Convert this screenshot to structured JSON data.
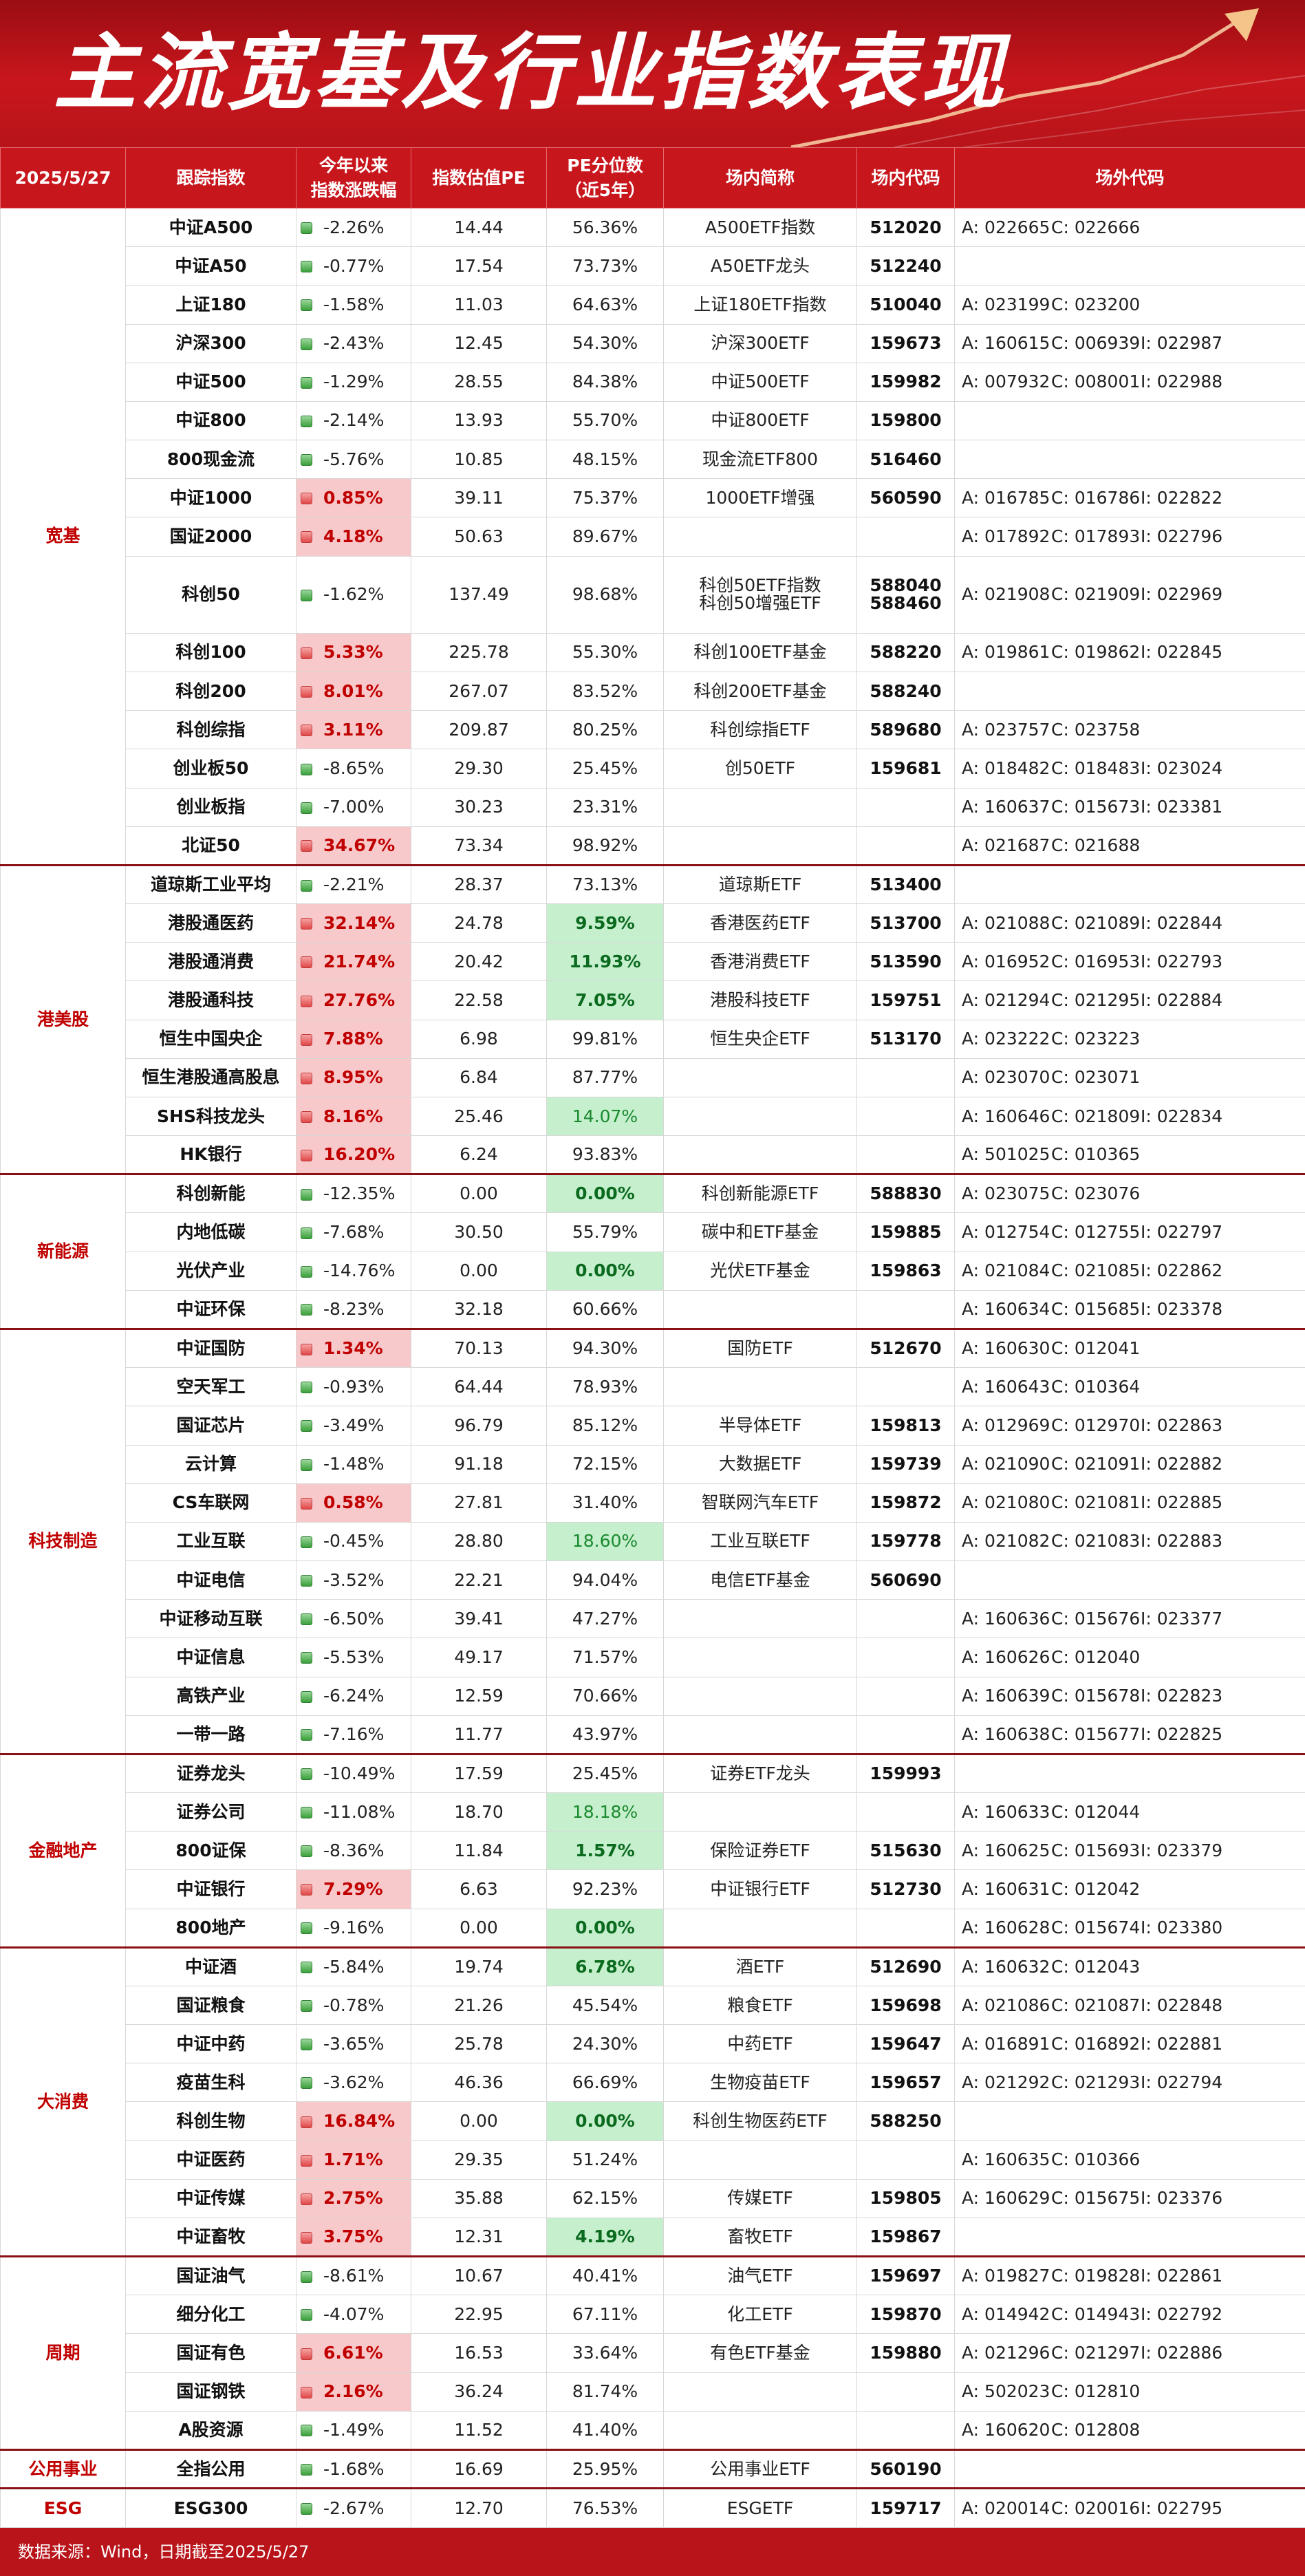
{
  "banner": {
    "title": "主流宽基及行业指数表现"
  },
  "header": {
    "date": "2025/5/27",
    "index": "跟踪指数",
    "ytd": [
      "今年以来",
      "指数涨跌幅"
    ],
    "pe": "指数估值PE",
    "pct": [
      "PE分位数",
      "（近5年）"
    ],
    "etf": "场内简称",
    "code": "场内代码",
    "otc": "场外代码"
  },
  "groups": [
    {
      "cat": "宽基",
      "rows": [
        {
          "name": "中证A500",
          "chg": "-2.26%",
          "pe": "14.44",
          "pct": "56.36%",
          "etf": [
            "A500ETF指数"
          ],
          "code": [
            "512020"
          ],
          "otc": [
            "A: 022665",
            "C: 022666"
          ]
        },
        {
          "name": "中证A50",
          "chg": "-0.77%",
          "pe": "17.54",
          "pct": "73.73%",
          "etf": [
            "A50ETF龙头"
          ],
          "code": [
            "512240"
          ],
          "otc": []
        },
        {
          "name": "上证180",
          "chg": "-1.58%",
          "pe": "11.03",
          "pct": "64.63%",
          "etf": [
            "上证180ETF指数"
          ],
          "code": [
            "510040"
          ],
          "otc": [
            "A: 023199",
            "C: 023200"
          ]
        },
        {
          "name": "沪深300",
          "chg": "-2.43%",
          "pe": "12.45",
          "pct": "54.30%",
          "etf": [
            "沪深300ETF"
          ],
          "code": [
            "159673"
          ],
          "otc": [
            "A: 160615",
            "C: 006939",
            "I: 022987"
          ]
        },
        {
          "name": "中证500",
          "chg": "-1.29%",
          "pe": "28.55",
          "pct": "84.38%",
          "etf": [
            "中证500ETF"
          ],
          "code": [
            "159982"
          ],
          "otc": [
            "A: 007932",
            "C: 008001",
            "I: 022988"
          ]
        },
        {
          "name": "中证800",
          "chg": "-2.14%",
          "pe": "13.93",
          "pct": "55.70%",
          "etf": [
            "中证800ETF"
          ],
          "code": [
            "159800"
          ],
          "otc": []
        },
        {
          "name": "800现金流",
          "chg": "-5.76%",
          "pe": "10.85",
          "pct": "48.15%",
          "etf": [
            "现金流ETF800"
          ],
          "code": [
            "516460"
          ],
          "otc": []
        },
        {
          "name": "中证1000",
          "chg": "0.85%",
          "pos": true,
          "pe": "39.11",
          "pct": "75.37%",
          "etf": [
            "1000ETF增强"
          ],
          "code": [
            "560590"
          ],
          "otc": [
            "A: 016785",
            "C: 016786",
            "I: 022822"
          ]
        },
        {
          "name": "国证2000",
          "chg": "4.18%",
          "pos": true,
          "pe": "50.63",
          "pct": "89.67%",
          "etf": [],
          "code": [],
          "otc": [
            "A: 017892",
            "C: 017893",
            "I: 022796"
          ]
        },
        {
          "name": "科创50",
          "chg": "-1.62%",
          "pe": "137.49",
          "pct": "98.68%",
          "etf": [
            "科创50ETF指数",
            "科创50增强ETF"
          ],
          "code": [
            "588040",
            "588460"
          ],
          "otc": [
            "A: 021908",
            "C: 021909",
            "I: 022969"
          ],
          "h": 2
        },
        {
          "name": "科创100",
          "chg": "5.33%",
          "pos": true,
          "pe": "225.78",
          "pct": "55.30%",
          "etf": [
            "科创100ETF基金"
          ],
          "code": [
            "588220"
          ],
          "otc": [
            "A: 019861",
            "C: 019862",
            "I: 022845"
          ]
        },
        {
          "name": "科创200",
          "chg": "8.01%",
          "pos": true,
          "pe": "267.07",
          "pct": "83.52%",
          "etf": [
            "科创200ETF基金"
          ],
          "code": [
            "588240"
          ],
          "otc": []
        },
        {
          "name": "科创综指",
          "chg": "3.11%",
          "pos": true,
          "pe": "209.87",
          "pct": "80.25%",
          "etf": [
            "科创综指ETF"
          ],
          "code": [
            "589680"
          ],
          "otc": [
            "A: 023757",
            "C: 023758"
          ]
        },
        {
          "name": "创业板50",
          "chg": "-8.65%",
          "pe": "29.30",
          "pct": "25.45%",
          "etf": [
            "创50ETF"
          ],
          "code": [
            "159681"
          ],
          "otc": [
            "A: 018482",
            "C: 018483",
            "I: 023024"
          ]
        },
        {
          "name": "创业板指",
          "chg": "-7.00%",
          "pe": "30.23",
          "pct": "23.31%",
          "etf": [],
          "code": [],
          "otc": [
            "A: 160637",
            "C: 015673",
            "I: 023381"
          ]
        },
        {
          "name": "北证50",
          "chg": "34.67%",
          "pos": true,
          "pe": "73.34",
          "pct": "98.92%",
          "etf": [],
          "code": [],
          "otc": [
            "A: 021687",
            "C: 021688"
          ]
        }
      ]
    },
    {
      "cat": "港美股",
      "rows": [
        {
          "name": "道琼斯工业平均",
          "chg": "-2.21%",
          "pe": "28.37",
          "pct": "73.13%",
          "etf": [
            "道琼斯ETF"
          ],
          "code": [
            "513400"
          ],
          "otc": []
        },
        {
          "name": "港股通医药",
          "chg": "32.14%",
          "pos": true,
          "pe": "24.78",
          "pct": "9.59%",
          "low": true,
          "etf": [
            "香港医药ETF"
          ],
          "code": [
            "513700"
          ],
          "otc": [
            "A: 021088",
            "C: 021089",
            "I: 022844"
          ]
        },
        {
          "name": "港股通消费",
          "chg": "21.74%",
          "pos": true,
          "pe": "20.42",
          "pct": "11.93%",
          "low": true,
          "etf": [
            "香港消费ETF"
          ],
          "code": [
            "513590"
          ],
          "otc": [
            "A: 016952",
            "C: 016953",
            "I: 022793"
          ]
        },
        {
          "name": "港股通科技",
          "chg": "27.76%",
          "pos": true,
          "pe": "22.58",
          "pct": "7.05%",
          "low": true,
          "etf": [
            "港股科技ETF"
          ],
          "code": [
            "159751"
          ],
          "otc": [
            "A: 021294",
            "C: 021295",
            "I: 022884"
          ]
        },
        {
          "name": "恒生中国央企",
          "chg": "7.88%",
          "pos": true,
          "pe": "6.98",
          "pct": "99.81%",
          "etf": [
            "恒生央企ETF"
          ],
          "code": [
            "513170"
          ],
          "otc": [
            "A: 023222",
            "C: 023223"
          ]
        },
        {
          "name": "恒生港股通高股息",
          "chg": "8.95%",
          "pos": true,
          "pe": "6.84",
          "pct": "87.77%",
          "etf": [],
          "code": [],
          "otc": [
            "A: 023070",
            "C: 023071"
          ]
        },
        {
          "name": "SHS科技龙头",
          "chg": "8.16%",
          "pos": true,
          "pe": "25.46",
          "pct": "14.07%",
          "low": true,
          "lowplain": true,
          "etf": [],
          "code": [],
          "otc": [
            "A: 160646",
            "C: 021809",
            "I: 022834"
          ]
        },
        {
          "name": "HK银行",
          "chg": "16.20%",
          "pos": true,
          "pe": "6.24",
          "pct": "93.83%",
          "etf": [],
          "code": [],
          "otc": [
            "A: 501025",
            "C: 010365"
          ]
        }
      ]
    },
    {
      "cat": "新能源",
      "rows": [
        {
          "name": "科创新能",
          "chg": "-12.35%",
          "pe": "0.00",
          "pct": "0.00%",
          "low": true,
          "etf": [
            "科创新能源ETF"
          ],
          "code": [
            "588830"
          ],
          "otc": [
            "A: 023075",
            "C: 023076"
          ]
        },
        {
          "name": "内地低碳",
          "chg": "-7.68%",
          "pe": "30.50",
          "pct": "55.79%",
          "etf": [
            "碳中和ETF基金"
          ],
          "code": [
            "159885"
          ],
          "otc": [
            "A: 012754",
            "C: 012755",
            "I: 022797"
          ]
        },
        {
          "name": "光伏产业",
          "chg": "-14.76%",
          "pe": "0.00",
          "pct": "0.00%",
          "low": true,
          "etf": [
            "光伏ETF基金"
          ],
          "code": [
            "159863"
          ],
          "otc": [
            "A: 021084",
            "C: 021085",
            "I: 022862"
          ]
        },
        {
          "name": "中证环保",
          "chg": "-8.23%",
          "pe": "32.18",
          "pct": "60.66%",
          "etf": [],
          "code": [],
          "otc": [
            "A: 160634",
            "C: 015685",
            "I: 023378"
          ]
        }
      ]
    },
    {
      "cat": "科技制造",
      "rows": [
        {
          "name": "中证国防",
          "chg": "1.34%",
          "pos": true,
          "pe": "70.13",
          "pct": "94.30%",
          "etf": [
            "国防ETF"
          ],
          "code": [
            "512670"
          ],
          "otc": [
            "A: 160630",
            "C: 012041"
          ]
        },
        {
          "name": "空天军工",
          "chg": "-0.93%",
          "pe": "64.44",
          "pct": "78.93%",
          "etf": [],
          "code": [],
          "otc": [
            "A: 160643",
            "C: 010364"
          ]
        },
        {
          "name": "国证芯片",
          "chg": "-3.49%",
          "pe": "96.79",
          "pct": "85.12%",
          "etf": [
            "半导体ETF"
          ],
          "code": [
            "159813"
          ],
          "otc": [
            "A: 012969",
            "C: 012970",
            "I: 022863"
          ]
        },
        {
          "name": "云计算",
          "chg": "-1.48%",
          "pe": "91.18",
          "pct": "72.15%",
          "etf": [
            "大数据ETF"
          ],
          "code": [
            "159739"
          ],
          "otc": [
            "A: 021090",
            "C: 021091",
            "I: 022882"
          ]
        },
        {
          "name": "CS车联网",
          "chg": "0.58%",
          "pos": true,
          "pe": "27.81",
          "pct": "31.40%",
          "etf": [
            "智联网汽车ETF"
          ],
          "code": [
            "159872"
          ],
          "otc": [
            "A: 021080",
            "C: 021081",
            "I: 022885"
          ]
        },
        {
          "name": "工业互联",
          "chg": "-0.45%",
          "pe": "28.80",
          "pct": "18.60%",
          "low": true,
          "lowplain": true,
          "etf": [
            "工业互联ETF"
          ],
          "code": [
            "159778"
          ],
          "otc": [
            "A: 021082",
            "C: 021083",
            "I: 022883"
          ]
        },
        {
          "name": "中证电信",
          "chg": "-3.52%",
          "pe": "22.21",
          "pct": "94.04%",
          "etf": [
            "电信ETF基金"
          ],
          "code": [
            "560690"
          ],
          "otc": []
        },
        {
          "name": "中证移动互联",
          "chg": "-6.50%",
          "pe": "39.41",
          "pct": "47.27%",
          "etf": [],
          "code": [],
          "otc": [
            "A: 160636",
            "C: 015676",
            "I: 023377"
          ]
        },
        {
          "name": "中证信息",
          "chg": "-5.53%",
          "pe": "49.17",
          "pct": "71.57%",
          "etf": [],
          "code": [],
          "otc": [
            "A: 160626",
            "C: 012040"
          ]
        },
        {
          "name": "高铁产业",
          "chg": "-6.24%",
          "pe": "12.59",
          "pct": "70.66%",
          "etf": [],
          "code": [],
          "otc": [
            "A: 160639",
            "C: 015678",
            "I: 022823"
          ]
        },
        {
          "name": "一带一路",
          "chg": "-7.16%",
          "pe": "11.77",
          "pct": "43.97%",
          "etf": [],
          "code": [],
          "otc": [
            "A: 160638",
            "C: 015677",
            "I: 022825"
          ]
        }
      ]
    },
    {
      "cat": "金融地产",
      "rows": [
        {
          "name": "证券龙头",
          "chg": "-10.49%",
          "pe": "17.59",
          "pct": "25.45%",
          "etf": [
            "证券ETF龙头"
          ],
          "code": [
            "159993"
          ],
          "otc": []
        },
        {
          "name": "证券公司",
          "chg": "-11.08%",
          "pe": "18.70",
          "pct": "18.18%",
          "low": true,
          "lowplain": true,
          "etf": [],
          "code": [],
          "otc": [
            "A: 160633",
            "C: 012044"
          ]
        },
        {
          "name": "800证保",
          "chg": "-8.36%",
          "pe": "11.84",
          "pct": "1.57%",
          "low": true,
          "etf": [
            "保险证券ETF"
          ],
          "code": [
            "515630"
          ],
          "otc": [
            "A: 160625",
            "C: 015693",
            "I: 023379"
          ]
        },
        {
          "name": "中证银行",
          "chg": "7.29%",
          "pos": true,
          "pe": "6.63",
          "pct": "92.23%",
          "etf": [
            "中证银行ETF"
          ],
          "code": [
            "512730"
          ],
          "otc": [
            "A: 160631",
            "C: 012042"
          ]
        },
        {
          "name": "800地产",
          "chg": "-9.16%",
          "pe": "0.00",
          "pct": "0.00%",
          "low": true,
          "etf": [],
          "code": [],
          "otc": [
            "A: 160628",
            "C: 015674",
            "I: 023380"
          ]
        }
      ]
    },
    {
      "cat": "大消费",
      "rows": [
        {
          "name": "中证酒",
          "chg": "-5.84%",
          "pe": "19.74",
          "pct": "6.78%",
          "low": true,
          "etf": [
            "酒ETF"
          ],
          "code": [
            "512690"
          ],
          "otc": [
            "A: 160632",
            "C: 012043"
          ]
        },
        {
          "name": "国证粮食",
          "chg": "-0.78%",
          "pe": "21.26",
          "pct": "45.54%",
          "etf": [
            "粮食ETF"
          ],
          "code": [
            "159698"
          ],
          "otc": [
            "A: 021086",
            "C: 021087",
            "I: 022848"
          ]
        },
        {
          "name": "中证中药",
          "chg": "-3.65%",
          "pe": "25.78",
          "pct": "24.30%",
          "etf": [
            "中药ETF"
          ],
          "code": [
            "159647"
          ],
          "otc": [
            "A: 016891",
            "C: 016892",
            "I: 022881"
          ]
        },
        {
          "name": "疫苗生科",
          "chg": "-3.62%",
          "pe": "46.36",
          "pct": "66.69%",
          "etf": [
            "生物疫苗ETF"
          ],
          "code": [
            "159657"
          ],
          "otc": [
            "A: 021292",
            "C: 021293",
            "I: 022794"
          ]
        },
        {
          "name": "科创生物",
          "chg": "16.84%",
          "pos": true,
          "pe": "0.00",
          "pct": "0.00%",
          "low": true,
          "etf": [
            "科创生物医药ETF"
          ],
          "code": [
            "588250"
          ],
          "otc": []
        },
        {
          "name": "中证医药",
          "chg": "1.71%",
          "pos": true,
          "pe": "29.35",
          "pct": "51.24%",
          "etf": [],
          "code": [],
          "otc": [
            "A: 160635",
            "C: 010366"
          ]
        },
        {
          "name": "中证传媒",
          "chg": "2.75%",
          "pos": true,
          "pe": "35.88",
          "pct": "62.15%",
          "etf": [
            "传媒ETF"
          ],
          "code": [
            "159805"
          ],
          "otc": [
            "A: 160629",
            "C: 015675",
            "I: 023376"
          ]
        },
        {
          "name": "中证畜牧",
          "chg": "3.75%",
          "pos": true,
          "pe": "12.31",
          "pct": "4.19%",
          "low": true,
          "etf": [
            "畜牧ETF"
          ],
          "code": [
            "159867"
          ],
          "otc": []
        }
      ]
    },
    {
      "cat": "周期",
      "rows": [
        {
          "name": "国证油气",
          "chg": "-8.61%",
          "pe": "10.67",
          "pct": "40.41%",
          "etf": [
            "油气ETF"
          ],
          "code": [
            "159697"
          ],
          "otc": [
            "A: 019827",
            "C: 019828",
            "I: 022861"
          ]
        },
        {
          "name": "细分化工",
          "chg": "-4.07%",
          "pe": "22.95",
          "pct": "67.11%",
          "etf": [
            "化工ETF"
          ],
          "code": [
            "159870"
          ],
          "otc": [
            "A: 014942",
            "C: 014943",
            "I: 022792"
          ]
        },
        {
          "name": "国证有色",
          "chg": "6.61%",
          "pos": true,
          "pe": "16.53",
          "pct": "33.64%",
          "etf": [
            "有色ETF基金"
          ],
          "code": [
            "159880"
          ],
          "otc": [
            "A: 021296",
            "C: 021297",
            "I: 022886"
          ]
        },
        {
          "name": "国证钢铁",
          "chg": "2.16%",
          "pos": true,
          "pe": "36.24",
          "pct": "81.74%",
          "etf": [],
          "code": [],
          "otc": [
            "A: 502023",
            "C: 012810"
          ]
        },
        {
          "name": "A股资源",
          "chg": "-1.49%",
          "pe": "11.52",
          "pct": "41.40%",
          "etf": [],
          "code": [],
          "otc": [
            "A: 160620",
            "C: 012808"
          ]
        }
      ]
    },
    {
      "cat": "公用事业",
      "rows": [
        {
          "name": "全指公用",
          "chg": "-1.68%",
          "pe": "16.69",
          "pct": "25.95%",
          "etf": [
            "公用事业ETF"
          ],
          "code": [
            "560190"
          ],
          "otc": []
        }
      ]
    },
    {
      "cat": "ESG",
      "rows": [
        {
          "name": "ESG300",
          "chg": "-2.67%",
          "pe": "12.70",
          "pct": "76.53%",
          "etf": [
            "ESGETF"
          ],
          "code": [
            "159717"
          ],
          "otc": [
            "A: 020014",
            "C: 020016",
            "I: 022795"
          ]
        }
      ]
    }
  ],
  "footer": {
    "source": "数据来源：Wind，日期截至2025/5/27"
  }
}
